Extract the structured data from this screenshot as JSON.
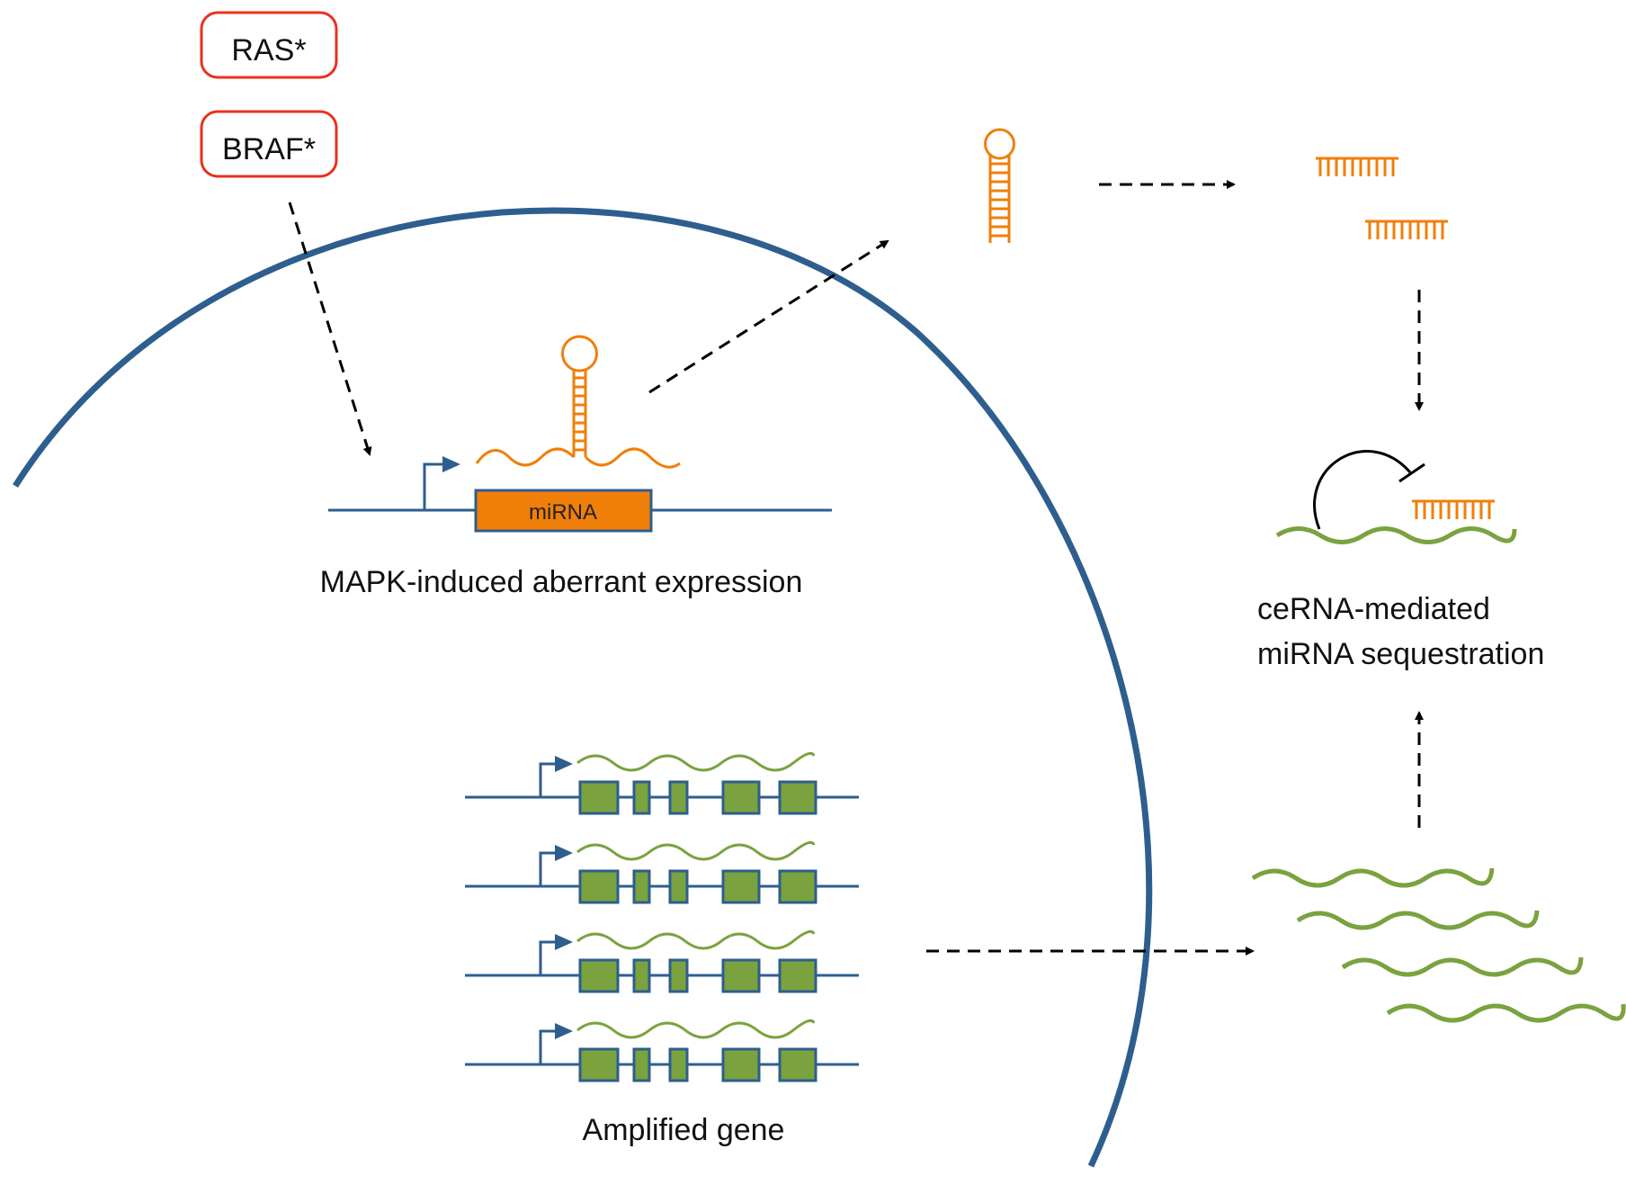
{
  "labels": {
    "ras": "RAS*",
    "braf": "BRAF*",
    "mirna_box": "miRNA",
    "mapk_caption": "MAPK-induced aberrant expression",
    "cerna_line1": "ceRNA-mediated",
    "cerna_line2": "miRNA sequestration",
    "amplified_caption": "Amplified gene"
  },
  "colors": {
    "membrane": "#2e5e8e",
    "mirna": "#f07f09",
    "gene_green": "#7aa23e",
    "oncogene_red": "#e8311f",
    "arrow": "#000000"
  },
  "icons": {
    "promoter": "promoter-arrow-icon",
    "hairpin": "hairpin-rna-icon",
    "mature_mirna": "mature-mirna-icon",
    "transcript": "wavy-transcript-icon"
  }
}
